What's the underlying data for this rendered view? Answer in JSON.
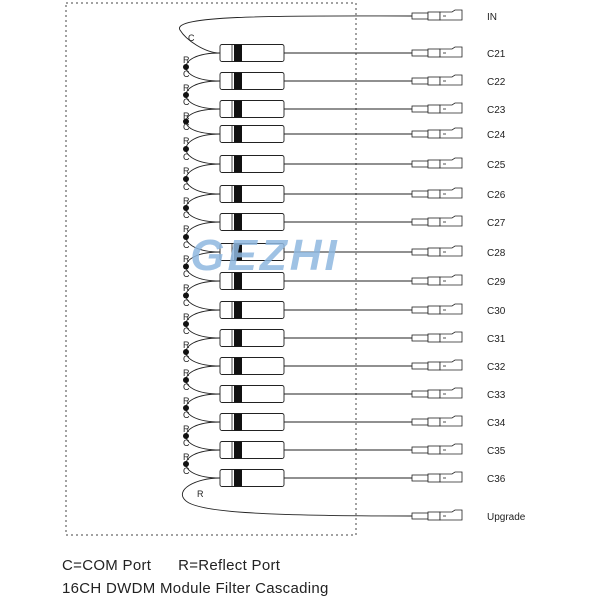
{
  "diagram": {
    "watermark": "GEZHI",
    "input_port": "IN",
    "upgrade_port": "Upgrade",
    "channels": [
      "C21",
      "C22",
      "C23",
      "C24",
      "C25",
      "C26",
      "C27",
      "C28",
      "C29",
      "C30",
      "C31",
      "C32",
      "C33",
      "C34",
      "C35",
      "C36"
    ],
    "com_marker": "C",
    "reflect_marker": "R",
    "colors": {
      "line": "#222222",
      "watermark": "#8fb8e0"
    }
  },
  "legend": {
    "com": "C=COM Port",
    "reflect": "R=Reflect Port"
  },
  "caption": "16CH DWDM Module Filter Cascading"
}
